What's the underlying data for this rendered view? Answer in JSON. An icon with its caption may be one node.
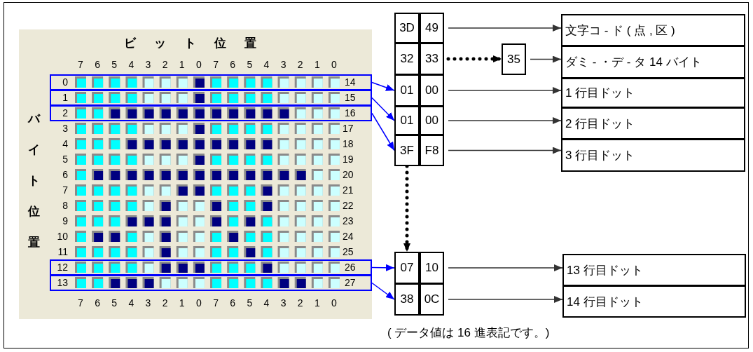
{
  "diagram": {
    "caption": "( データ値は 16 進表記です。)",
    "nodes": [
      {
        "text": [
          "ビット位置",
          "バイト位置"
        ]
      },
      {
        "text": [
          "0",
          "14"
        ],
        "in": 0
      },
      {
        "text": [
          "1",
          "15"
        ],
        "in": 0
      },
      {
        "text": [
          "2",
          "16"
        ],
        "in": 0
      },
      {
        "text": [
          "12",
          "26"
        ],
        "in": 0
      },
      {
        "text": [
          "13",
          "27"
        ],
        "in": 0
      },
      {
        "text": [
          "3D"
        ]
      },
      {
        "text": [
          "49"
        ]
      },
      {
        "text": [
          "文字コ - ド ( 点 , 区 )"
        ]
      },
      {
        "text": [
          "32"
        ]
      },
      {
        "text": [
          "33"
        ]
      },
      {
        "text": [
          "35"
        ]
      },
      {
        "text": [
          "ダミ - ・デ - タ 14 バイト"
        ]
      },
      {
        "text": [
          "01"
        ]
      },
      {
        "text": [
          "00"
        ]
      },
      {
        "text": [
          "1 行目ドット"
        ]
      },
      {
        "text": [
          "01"
        ]
      },
      {
        "text": [
          "00"
        ]
      },
      {
        "text": [
          "2 行目ドット"
        ]
      },
      {
        "text": [
          "3F"
        ]
      },
      {
        "text": [
          "F8"
        ]
      },
      {
        "text": [
          "3 行目ドット"
        ]
      },
      {
        "text": [
          "07"
        ]
      },
      {
        "text": [
          "10"
        ]
      },
      {
        "text": [
          "13 行目ドット"
        ]
      },
      {
        "text": [
          "38"
        ]
      },
      {
        "text": [
          "0C"
        ]
      },
      {
        "text": [
          "14 行目ドット"
        ]
      }
    ],
    "edges": [
      {
        "from": 1,
        "to": 13,
        "arrow": "to",
        "color": "#0000ff"
      },
      {
        "from": 2,
        "to": 16,
        "arrow": "to",
        "color": "#0000ff"
      },
      {
        "from": 3,
        "to": 19,
        "arrow": "to",
        "color": "#0000ff"
      },
      {
        "from": 4,
        "to": 22,
        "arrow": "to",
        "color": "#0000ff"
      },
      {
        "from": 5,
        "to": 25,
        "arrow": "to",
        "color": "#0000ff"
      },
      {
        "from": 7,
        "to": 8,
        "arrow": "to"
      },
      {
        "from": 10,
        "to": 11,
        "arrow": "to",
        "style": "dashed",
        "color": "#000000"
      },
      {
        "from": 11,
        "to": 12,
        "arrow": "to"
      },
      {
        "from": 14,
        "to": 15,
        "arrow": "to"
      },
      {
        "from": 17,
        "to": 18,
        "arrow": "to"
      },
      {
        "from": 20,
        "to": 21,
        "arrow": "to"
      },
      {
        "from": 19,
        "to": 22,
        "arrow": "to",
        "style": "dashed",
        "color": "#000000"
      },
      {
        "from": 23,
        "to": 24,
        "arrow": "to"
      },
      {
        "from": 26,
        "to": 27,
        "arrow": "to"
      }
    ],
    "labels": [
      "7",
      "6",
      "5",
      "4",
      "3",
      "2",
      "1",
      "0",
      "7",
      "6",
      "5",
      "4",
      "3",
      "2",
      "1",
      "0",
      "3",
      "17",
      "4",
      "18",
      "5",
      "19",
      "6",
      "20",
      "7",
      "21",
      "8",
      "22",
      "9",
      "23",
      "10",
      "24",
      "11",
      "25",
      "7",
      "6",
      "5",
      "4",
      "3",
      "2",
      "1",
      "0",
      "7",
      "6",
      "5",
      "4",
      "3",
      "2",
      "1",
      "0"
    ]
  }
}
